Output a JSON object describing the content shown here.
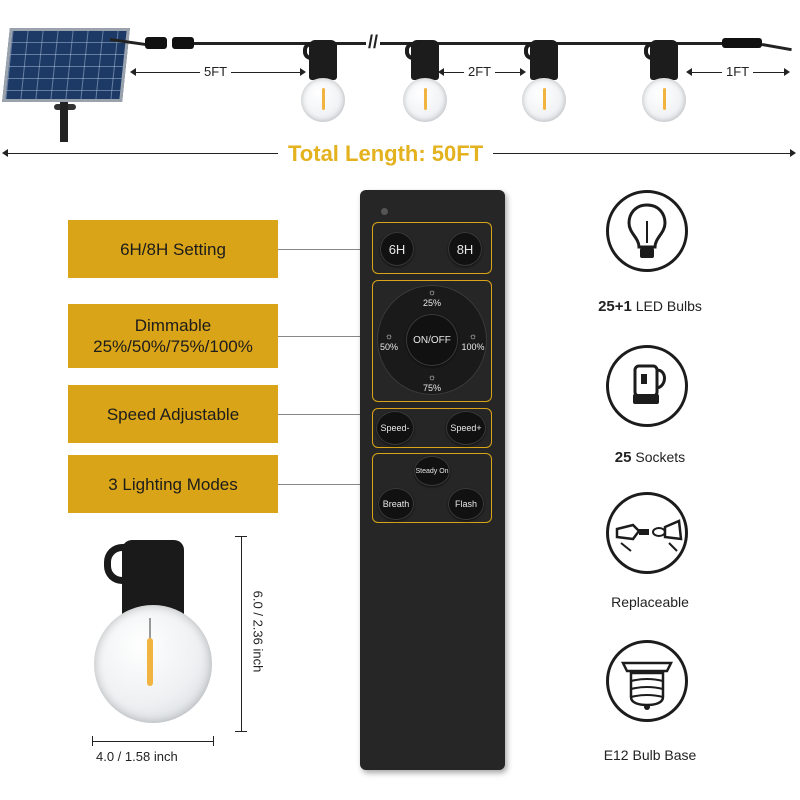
{
  "top_diagram": {
    "label_5ft": "5FT",
    "label_2ft": "2FT",
    "label_1ft": "1FT",
    "total_length": "Total Length: 50FT",
    "break_mark": "//"
  },
  "callouts": {
    "setting": "6H/8H Setting",
    "dimmable_line1": "Dimmable",
    "dimmable_line2": "25%/50%/75%/100%",
    "speed": "Speed Adjustable",
    "modes": "3 Lighting Modes"
  },
  "remote": {
    "btn_6h": "6H",
    "btn_8h": "8H",
    "on_off": "ON/OFF",
    "dim_25": "25%",
    "dim_50": "50%",
    "dim_75": "75%",
    "dim_100": "100%",
    "speed_minus": "Speed-",
    "speed_plus": "Speed+",
    "steady_on": "Steady On",
    "breath": "Breath",
    "flash": "Flash"
  },
  "bulb_detail": {
    "height_label": "6.0 / 2.36 inch",
    "width_label": "4.0 / 1.58 inch"
  },
  "features": [
    {
      "bold": "25+1",
      "text": " LED Bulbs",
      "icon": "bulb-icon"
    },
    {
      "bold": "25",
      "text": " Sockets",
      "icon": "socket-icon"
    },
    {
      "bold": "",
      "text": "Replaceable",
      "icon": "replace-icon"
    },
    {
      "bold": "",
      "text": "E12 Bulb Base",
      "icon": "bulb-base-icon"
    }
  ],
  "colors": {
    "accent": "#d9a418",
    "total_length": "#e3b21e",
    "remote_body": "#262626",
    "filament": "#f2b441"
  }
}
